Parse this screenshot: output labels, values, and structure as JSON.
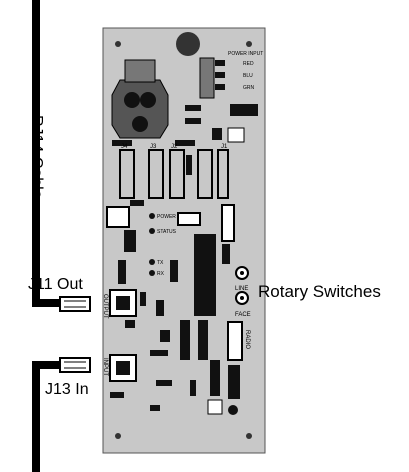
{
  "labels": {
    "cable": "RJ14 Cable",
    "out": "J11 Out",
    "in": "J13 In",
    "rotary": "Rotary Switches"
  },
  "board": {
    "power_input": "POWER INPUT",
    "wire_red": "RED",
    "wire_blu": "BLU",
    "wire_grn": "GRN",
    "j1": "J1",
    "j2": "J2",
    "j3": "J3",
    "j4": "J4",
    "power_led": "POWER",
    "status_led": "STATUS",
    "tx_led": "TX",
    "rx_led": "RX",
    "line": "LINE",
    "face": "FACE",
    "output": "OUTPUT",
    "input": "INPUT",
    "radio": "RADIO"
  },
  "colors": {
    "board": "#c8c8c8",
    "cable": "#000000"
  }
}
